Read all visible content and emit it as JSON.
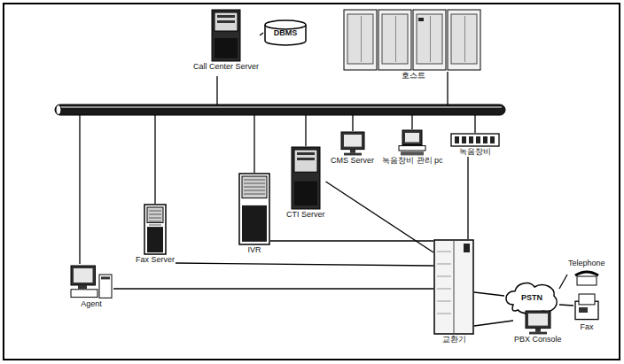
{
  "diagram": {
    "nodes": [
      {
        "text": [
          "Call Center Server"
        ]
      },
      {
        "text": [
          "DBMS"
        ]
      },
      {
        "text": [
          "호스트"
        ]
      },
      {
        "text": [
          "CMS Server"
        ]
      },
      {
        "text": [
          "녹음장비 관리 pc"
        ]
      },
      {
        "text": [
          "녹음장비"
        ]
      },
      {
        "text": [
          "CTI Server"
        ]
      },
      {
        "text": [
          "IVR"
        ]
      },
      {
        "text": [
          "Fax Server"
        ]
      },
      {
        "text": [
          "Agent"
        ]
      },
      {
        "text": [
          "교환기"
        ]
      },
      {
        "text": [
          "PSTN"
        ]
      },
      {
        "text": [
          "Telephone"
        ]
      },
      {
        "text": [
          "Fax"
        ]
      },
      {
        "text": [
          "PBX Console"
        ]
      }
    ],
    "edges": [
      {
        "from": 0,
        "to": 1,
        "arrow": "none"
      },
      {
        "from": 6,
        "to": 10,
        "arrow": "none"
      },
      {
        "from": 7,
        "to": 10,
        "arrow": "none"
      },
      {
        "from": 8,
        "to": 10,
        "arrow": "none"
      },
      {
        "from": 9,
        "to": 10,
        "arrow": "none"
      },
      {
        "from": 5,
        "to": 10,
        "arrow": "none"
      },
      {
        "from": 10,
        "to": 11,
        "arrow": "none"
      },
      {
        "from": 11,
        "to": 12,
        "arrow": "none"
      },
      {
        "from": 11,
        "to": 13,
        "arrow": "none"
      },
      {
        "from": 10,
        "to": 14,
        "arrow": "none"
      }
    ]
  }
}
